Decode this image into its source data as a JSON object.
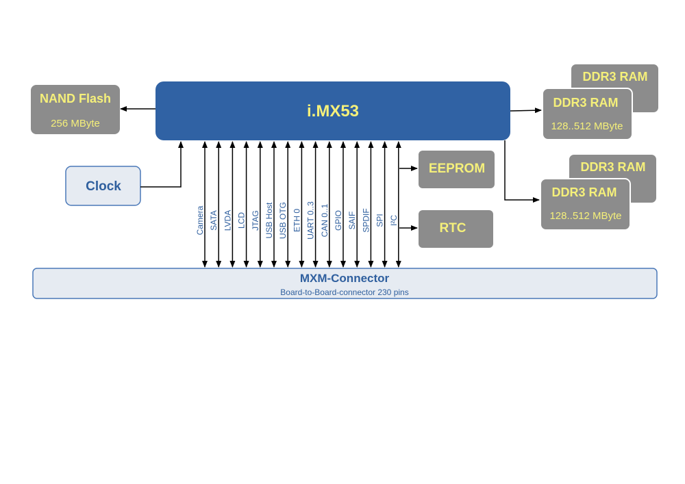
{
  "cpu": {
    "title": "i.MX53"
  },
  "nand": {
    "title": "NAND Flash",
    "size": "256 MByte"
  },
  "clock": {
    "title": "Clock"
  },
  "eeprom": {
    "title": "EEPROM"
  },
  "rtc": {
    "title": "RTC"
  },
  "ram_top": {
    "back_title": "DDR3 RAM",
    "front_title": "DDR3 RAM",
    "size": "128..512 MByte"
  },
  "ram_bottom": {
    "back_title": "DDR3 RAM",
    "front_title": "DDR3 RAM",
    "size": "128..512 MByte"
  },
  "connector": {
    "title": "MXM-Connector",
    "subtitle": "Board-to-Board-connector 230 pins"
  },
  "signals": [
    "Camera",
    "SATA",
    "LVDA",
    "LCD",
    "JTAG",
    "USB Host",
    "USB OTG",
    "ETH 0",
    "UART 0..3",
    "CAN 0..1",
    "GPIO",
    "SAIF",
    "SPDIF",
    "SPI",
    "I²C"
  ],
  "colors": {
    "cpu_fill": "#3062a4",
    "gray_box": "#8c8c8c",
    "yellow_text": "#f5f07a",
    "light_box": "#e6ebf2",
    "blue_text": "#2f5f9e",
    "line": "#000000"
  }
}
